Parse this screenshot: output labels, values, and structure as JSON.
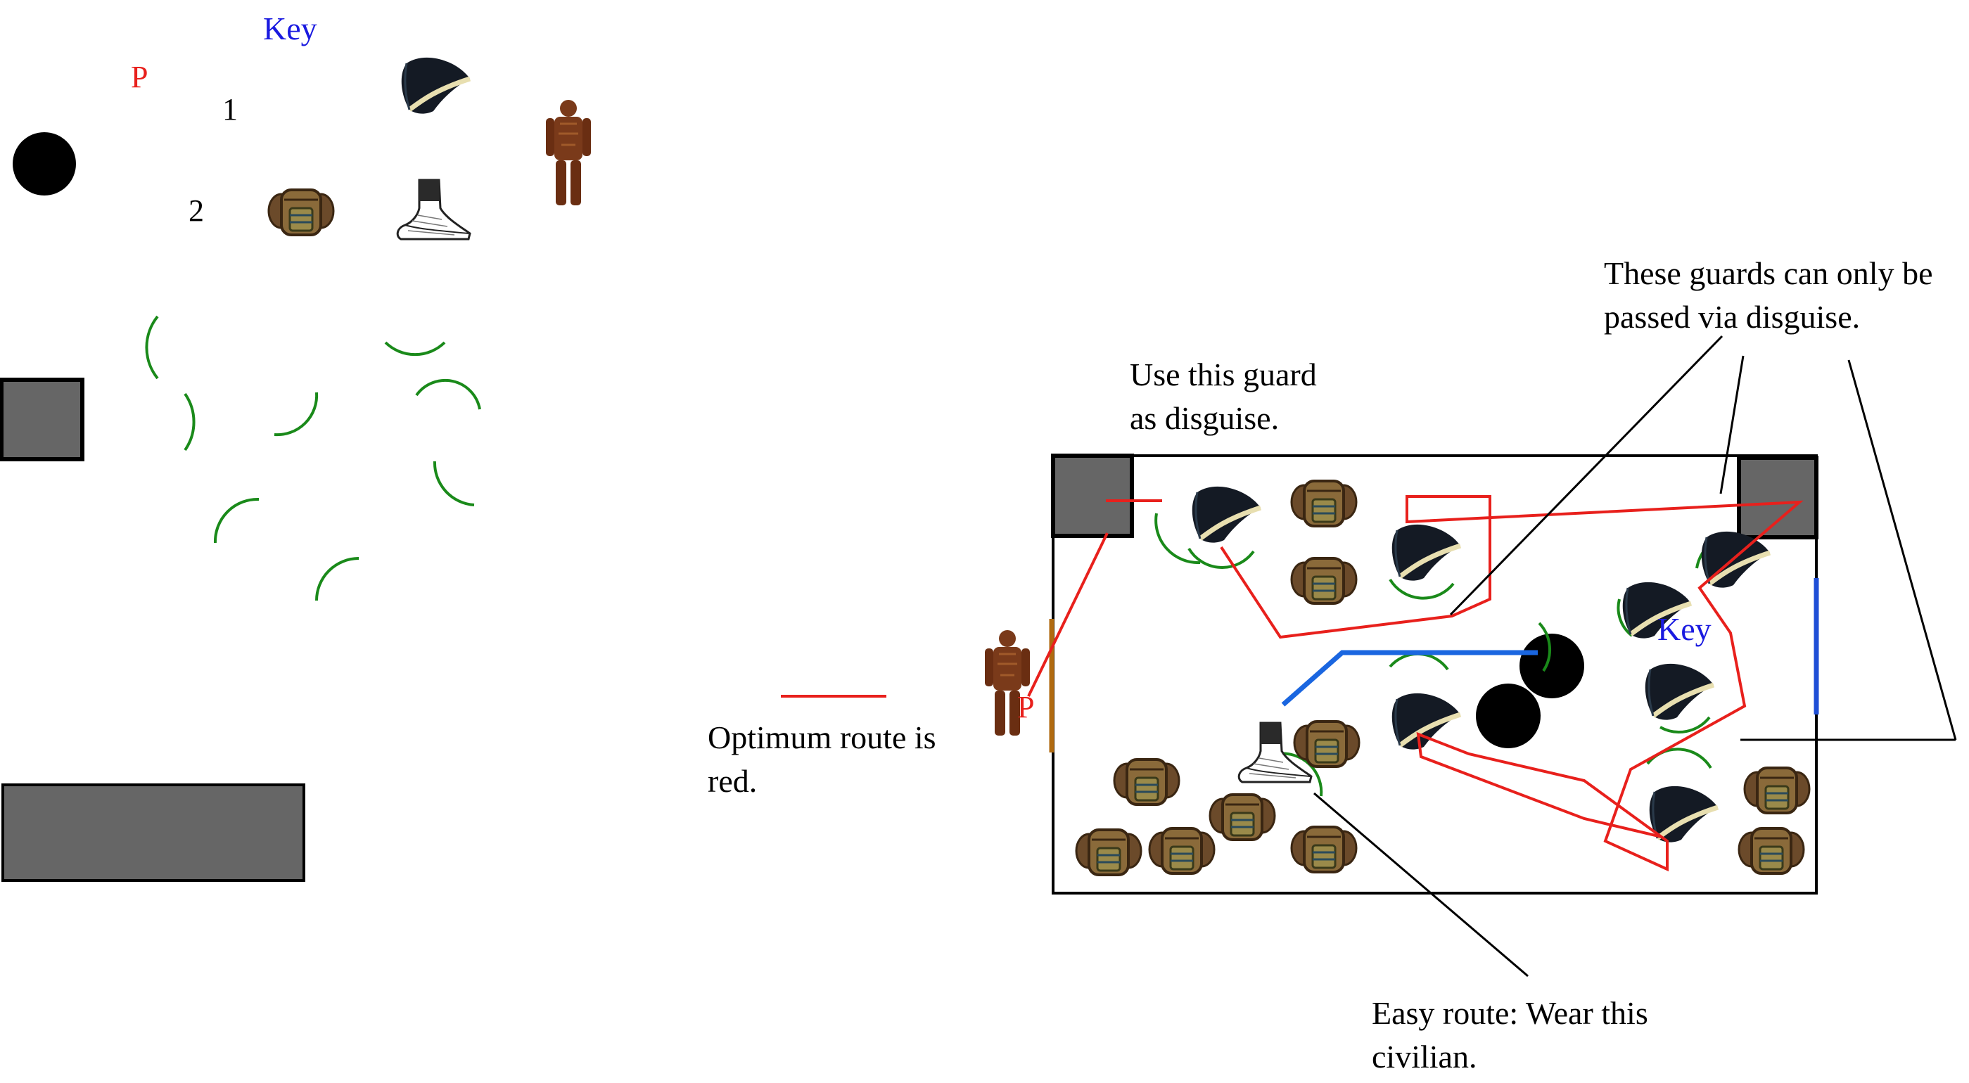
{
  "legend": {
    "key_label": "Key",
    "player_label": "P",
    "row_1": "1",
    "row_2": "2"
  },
  "map": {
    "key_label": "Key",
    "player_label": "P"
  },
  "annotations": {
    "disguise_guard": "Use this guard\nas disguise.",
    "guards_disguise_only": "These guards can only be\npassed via disguise.",
    "optimum_route": "Optimum route is\nred.",
    "easy_route": "Easy route: Wear this\ncivilian."
  },
  "colors": {
    "route_optimum": "#e8201c",
    "route_easy": "#1a66e0",
    "vision_arc": "#1a8a1a",
    "wall": "#000000",
    "crate": "#666666",
    "door_left": "#b06a10",
    "door_right": "#1f4fd6",
    "key_text": "#1a1ae0",
    "player_text": "#e8201c"
  },
  "icons": {
    "guard": "tricorn-hat-guard-icon",
    "civilian": "barrel-civilian-icon",
    "disguise": "boot-disguise-icon",
    "player": "player-figure-icon",
    "bomb": "black-circle-icon"
  }
}
